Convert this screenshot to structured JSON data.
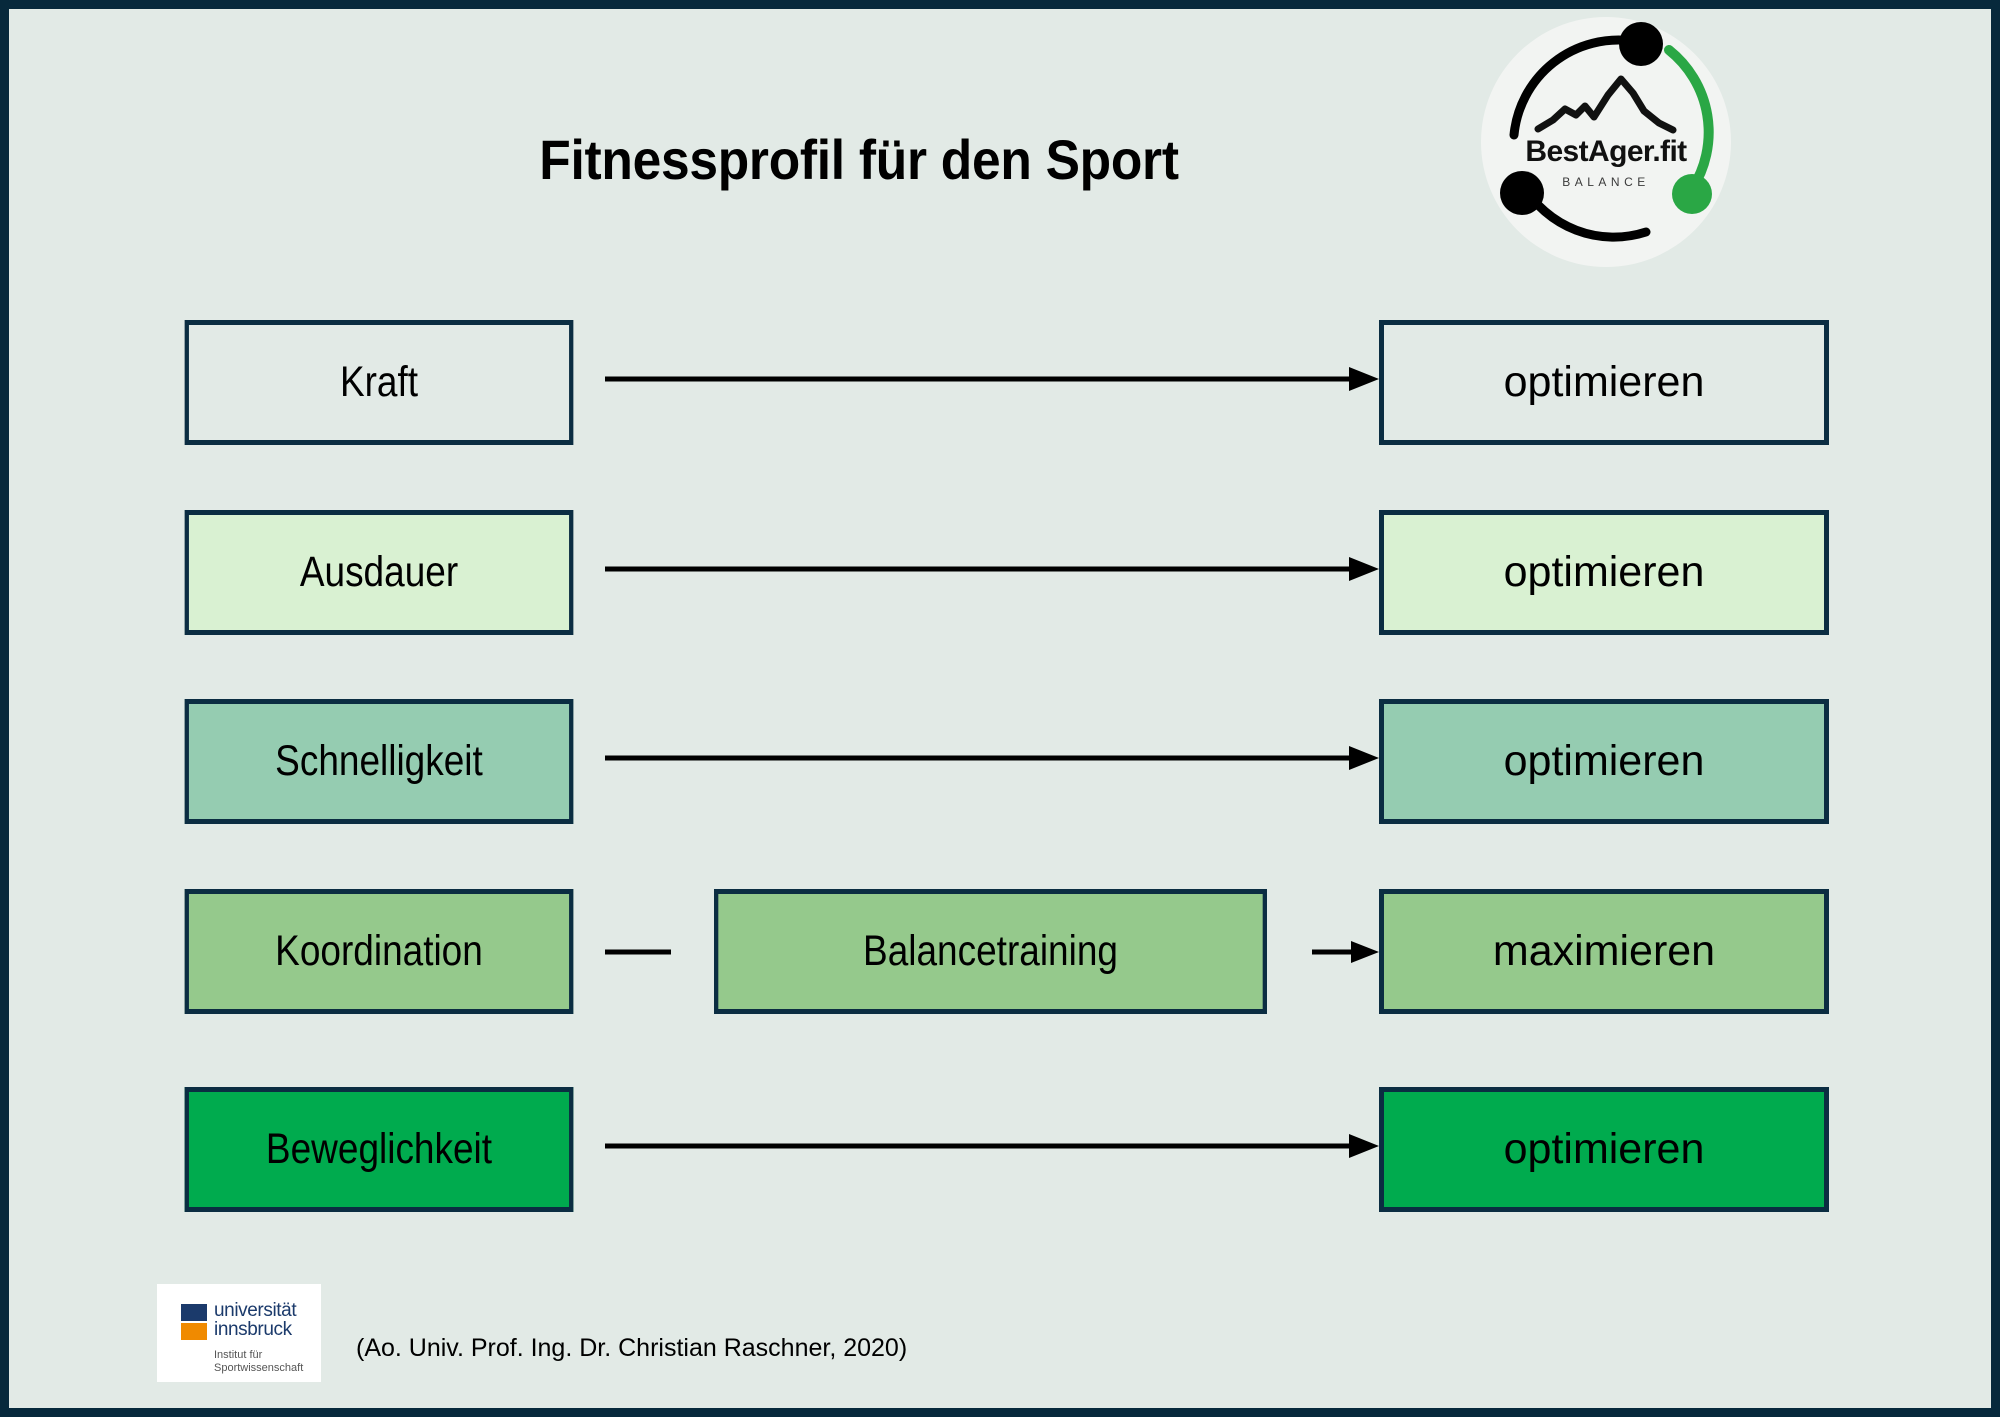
{
  "page": {
    "background_color": "#e2eae6",
    "border_color": "#07293c",
    "title": "Fitnessprofil für den Sport"
  },
  "logo": {
    "wordmark": "BestAger.fit",
    "subtitle": "BALANCE",
    "arc_black_color": "#000000",
    "arc_green_color": "#2aa745",
    "disc_color": "#f2f4f2"
  },
  "diagram": {
    "rows": [
      {
        "id": "kraft",
        "left_label": "Kraft",
        "middle_label": null,
        "right_label": "optimieren",
        "fill": "#e2eae6",
        "border": "#0b2d42"
      },
      {
        "id": "ausdauer",
        "left_label": "Ausdauer",
        "middle_label": null,
        "right_label": "optimieren",
        "fill": "#d9f1d2",
        "border": "#0b2d42"
      },
      {
        "id": "schnelligkeit",
        "left_label": "Schnelligkeit",
        "middle_label": null,
        "right_label": "optimieren",
        "fill": "#95ccb1",
        "border": "#0b2d42"
      },
      {
        "id": "koordination",
        "left_label": "Koordination",
        "middle_label": "Balancetraining",
        "right_label": "maximieren",
        "fill": "#95c98c",
        "border": "#0b2d42"
      },
      {
        "id": "beweglichkeit",
        "left_label": "Beweglichkeit",
        "middle_label": null,
        "right_label": "optimieren",
        "fill": "#00ab4e",
        "border": "#0b2d42"
      }
    ],
    "arrow_color": "#000000"
  },
  "footer": {
    "university_name_line1": "universität",
    "university_name_line2": "innsbruck",
    "department_line1": "Institut für",
    "department_line2": "Sportwissenschaft",
    "square_navy": "#1b3a6b",
    "square_orange": "#f08a00",
    "caption": "(Ao. Univ. Prof. Ing. Dr. Christian Raschner, 2020)"
  }
}
